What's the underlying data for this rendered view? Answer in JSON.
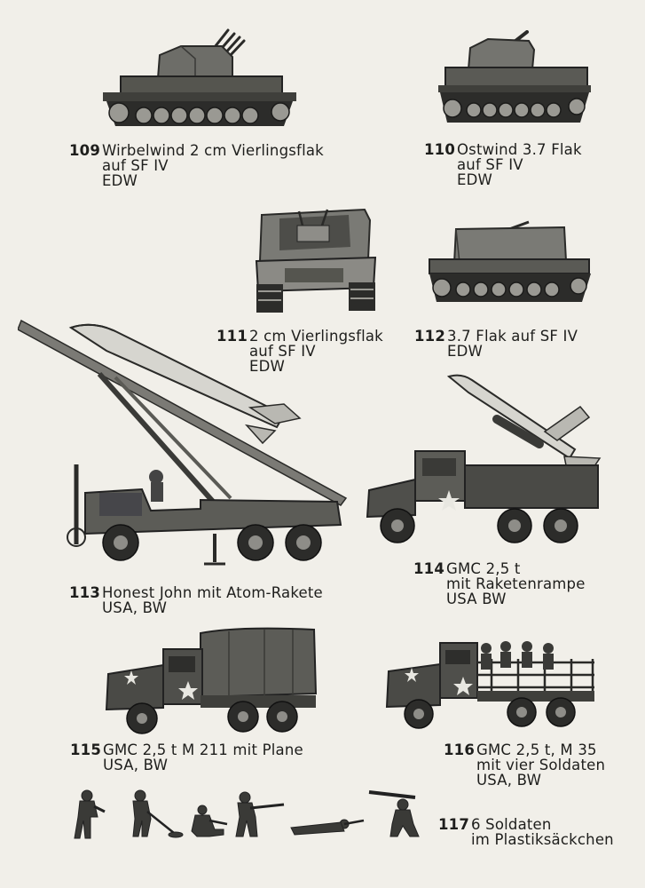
{
  "items": [
    {
      "num": "109",
      "lines": [
        "Wirbelwind 2 cm Vierlingsflak",
        "auf SF IV",
        "EDW"
      ]
    },
    {
      "num": "110",
      "lines": [
        "Ostwind 3.7 Flak",
        "auf SF IV",
        "EDW"
      ]
    },
    {
      "num": "111",
      "lines": [
        "2 cm Vierlingsflak",
        "auf SF IV",
        "EDW"
      ]
    },
    {
      "num": "112",
      "lines": [
        "3.7 Flak auf SF IV",
        "EDW"
      ]
    },
    {
      "num": "113",
      "lines": [
        "Honest John mit Atom-Rakete",
        "USA, BW"
      ]
    },
    {
      "num": "114",
      "lines": [
        "GMC 2,5 t",
        "mit Raketenrampe",
        "USA BW"
      ]
    },
    {
      "num": "115",
      "lines": [
        "GMC 2,5 t M 211 mit Plane",
        "USA, BW"
      ]
    },
    {
      "num": "116",
      "lines": [
        "GMC 2,5 t, M 35",
        "mit vier Soldaten",
        "USA, BW"
      ]
    },
    {
      "num": "117",
      "lines": [
        "6 Soldaten",
        "im Plastiksäckchen"
      ]
    }
  ],
  "colors": {
    "paper": "#f1efe9",
    "ink": "#1e1e1c",
    "mid": "#6f6f6a",
    "light": "#b9b8b2"
  }
}
